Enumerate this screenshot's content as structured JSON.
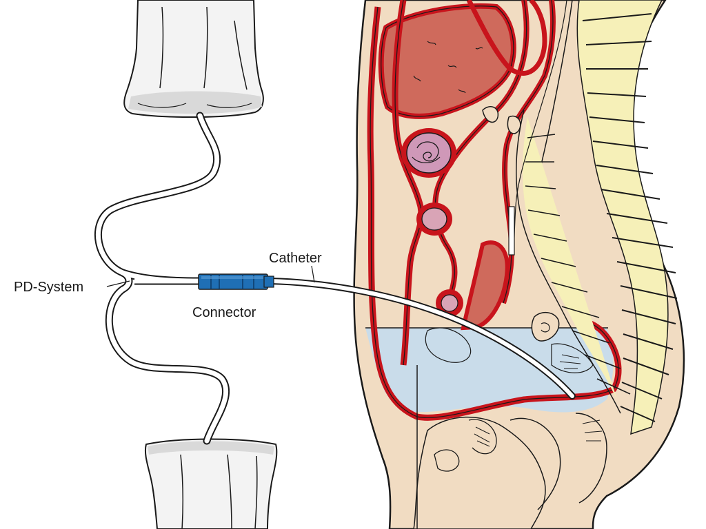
{
  "labels": {
    "pd_system": "PD-System",
    "connector": "Connector",
    "catheter": "Catheter"
  },
  "colors": {
    "connector": "#1f6fb5",
    "vessel": "#c8141c",
    "tissue": "#f1dcc2",
    "liver": "#cf6a5c",
    "dialysate": "#c9dcea",
    "vertebra": "#f6f0b8",
    "kidney": "#cf98b8",
    "bag": "#f3f3f3"
  }
}
